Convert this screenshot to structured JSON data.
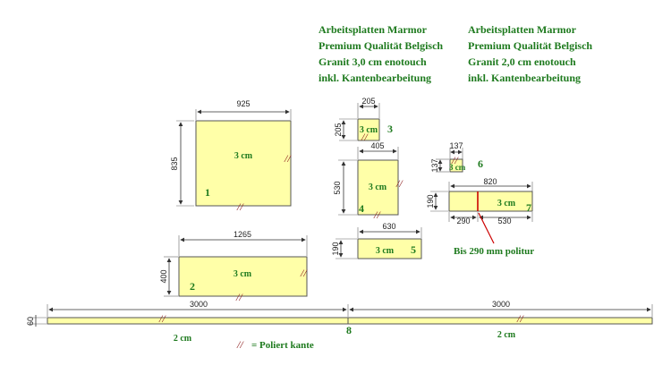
{
  "headings": {
    "left": {
      "line1": "Arbeitsplatten Marmor",
      "line2": "Premium Qualität Belgisch",
      "line3": "Granit 3,0 cm enotouch",
      "line4": "inkl. Kantenbearbeitung"
    },
    "right": {
      "line1": "Arbeitsplatten Marmor",
      "line2": "Premium Qualität Belgisch",
      "line3": "Granit 2,0 cm enotouch",
      "line4": "inkl. Kantenbearbeitung"
    }
  },
  "pieces": [
    {
      "id": "1",
      "thickness": "3 cm",
      "width": "925",
      "height": "835"
    },
    {
      "id": "2",
      "thickness": "3 cm",
      "width": "1265",
      "height": "400"
    },
    {
      "id": "3",
      "thickness": "3 cm",
      "width": "205",
      "height": "205"
    },
    {
      "id": "4",
      "thickness": "3 cm",
      "width": "405",
      "height": "530"
    },
    {
      "id": "5",
      "thickness": "3 cm",
      "width": "630",
      "height": "190"
    },
    {
      "id": "6",
      "thickness": "3 cm",
      "width": "137",
      "height": "137"
    },
    {
      "id": "7",
      "thickness": "3 cm",
      "width": "820",
      "height": "190",
      "sub_left": "290",
      "sub_right": "530"
    },
    {
      "id": "8",
      "thickness_left": "2 cm",
      "thickness_right": "2 cm",
      "width_left": "3000",
      "width_right": "3000",
      "height": "60"
    }
  ],
  "annotations": {
    "polish_note": "Bis 290 mm politur",
    "legend_symbol": "//",
    "legend_text": "= Poliert kante"
  },
  "colors": {
    "piece_fill": "#ffffa8",
    "label_green": "#1e7a1e",
    "polish_mark": "#8b1a1a",
    "cut_line": "#cc0000"
  }
}
